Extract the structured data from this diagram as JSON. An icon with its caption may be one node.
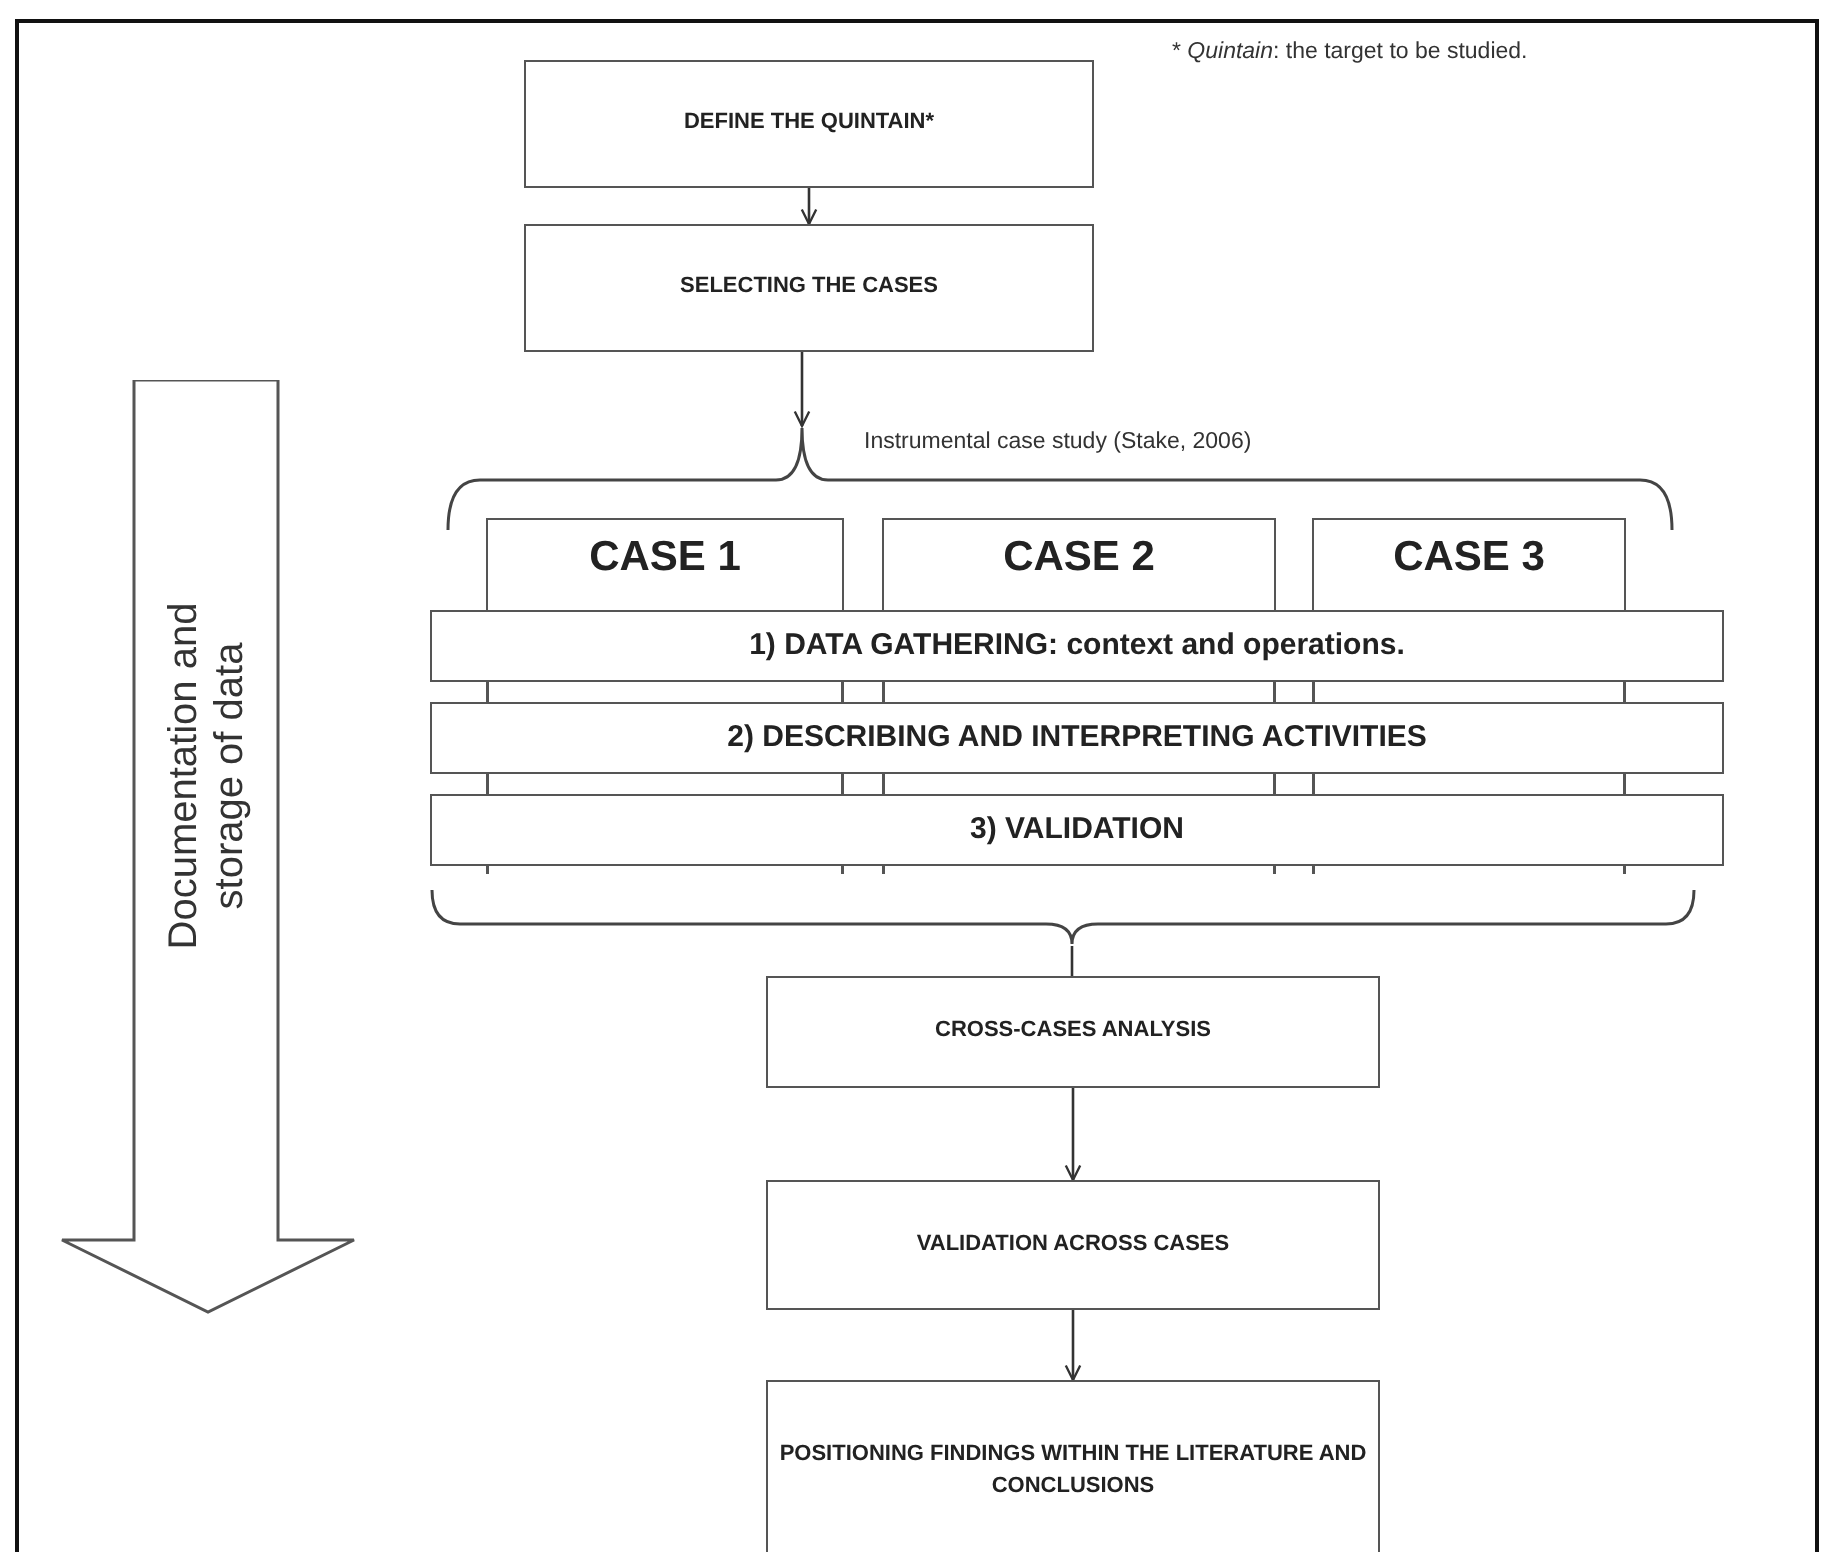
{
  "diagram": {
    "nodes": [
      {
        "text": [
          "DEFINE THE QUINTAIN*"
        ]
      },
      {
        "text": [
          "SELECTING THE CASES"
        ]
      },
      {
        "text": [
          "CASE 1"
        ]
      },
      {
        "text": [
          "CASE 2"
        ]
      },
      {
        "text": [
          "CASE 3"
        ]
      },
      {
        "text": [
          "1) DATA GATHERING: context and operations."
        ]
      },
      {
        "text": [
          "2) DESCRIBING AND INTERPRETING ACTIVITIES"
        ]
      },
      {
        "text": [
          "3) VALIDATION"
        ]
      },
      {
        "text": [
          "CROSS-CASES ANALYSIS"
        ]
      },
      {
        "text": [
          "VALIDATION ACROSS CASES"
        ]
      },
      {
        "text": [
          "POSITIONING FINDINGS WITHIN THE LITERATURE AND CONCLUSIONS"
        ]
      },
      {
        "text": [
          "Documentation and storage of data"
        ]
      },
      {
        "text": [],
        "shape": "brace"
      },
      {
        "text": [],
        "shape": "brace"
      }
    ],
    "edges": [
      {
        "from": 0,
        "to": 1,
        "arrow": "to"
      },
      {
        "from": 1,
        "to": 12,
        "arrow": "to"
      },
      {
        "from": 13,
        "to": 8,
        "arrow": "none"
      },
      {
        "from": 8,
        "to": 9,
        "arrow": "to"
      },
      {
        "from": 9,
        "to": 10,
        "arrow": "to"
      }
    ],
    "labels": [
      "* *Quintain*: the target to be studied.",
      "Instrumental case study (Stake, 2006)"
    ]
  }
}
